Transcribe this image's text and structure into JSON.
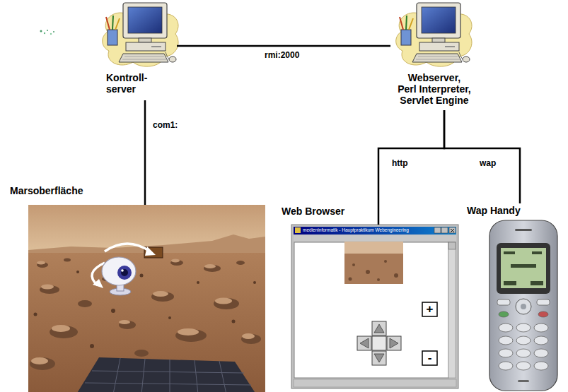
{
  "diagram": {
    "nodes": [
      {
        "text": [
          "Kontroll- server"
        ]
      },
      {
        "text": [
          "Webserver, Perl Interpreter, Servlet Engine"
        ]
      },
      {
        "text": [
          "Marsoberfläche"
        ]
      },
      {
        "text": [
          "Web Browser",
          "medieninformatik - Hauptpraktikum Webengineering",
          "+",
          "-"
        ]
      },
      {
        "text": [
          "Wap Handy"
        ]
      }
    ],
    "edges": [
      {
        "from": 0,
        "to": 1,
        "label": "rmi:2000",
        "arrow": "none"
      },
      {
        "from": 0,
        "to": 2,
        "label": "com1:",
        "arrow": "none"
      },
      {
        "from": 1,
        "to": 3,
        "label": "http",
        "arrow": "none"
      },
      {
        "from": 1,
        "to": 4,
        "label": "wap",
        "arrow": "none"
      }
    ]
  }
}
